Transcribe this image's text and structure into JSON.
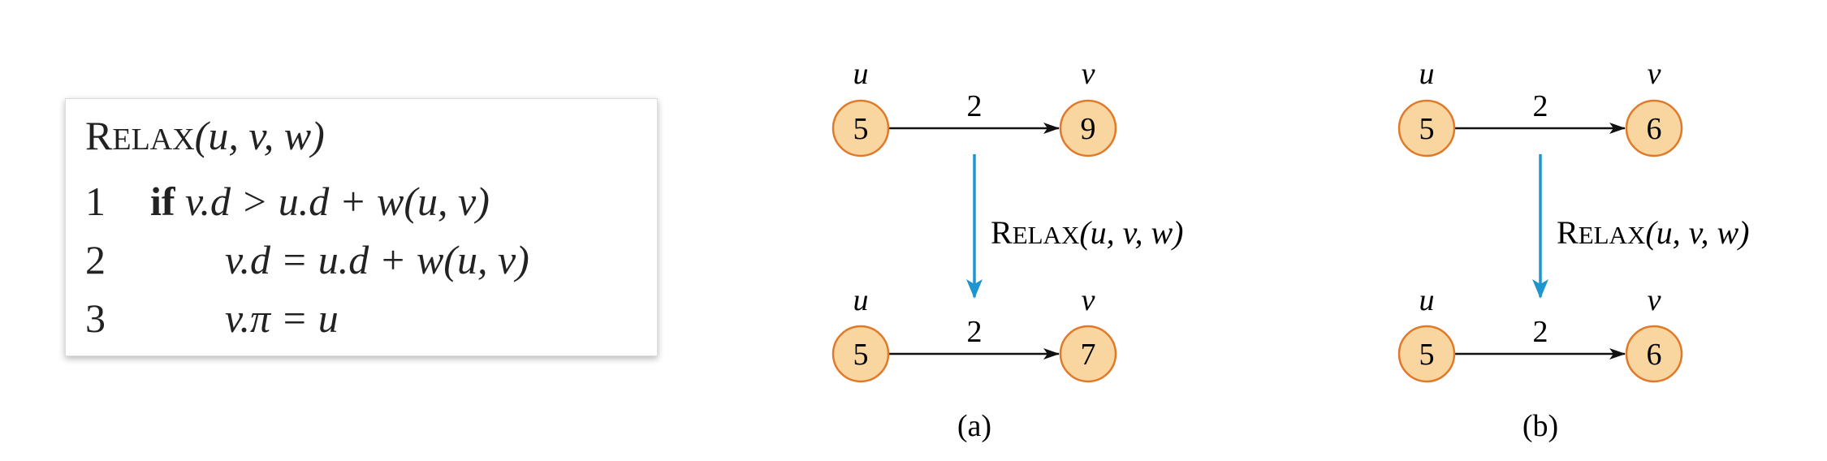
{
  "pseudocode": {
    "title_first": "R",
    "title_rest": "ELAX",
    "title_args": "(u, v, w)",
    "lines": [
      {
        "num": "1",
        "keyword": "if",
        "text": "v.d > u.d + w(u, v)"
      },
      {
        "num": "2",
        "keyword": "",
        "text": "v.d = u.d + w(u, v)"
      },
      {
        "num": "3",
        "keyword": "",
        "text": "v.π = u"
      }
    ]
  },
  "panels": [
    {
      "caption": "(a)",
      "operation": {
        "first": "R",
        "rest": "ELAX",
        "args": "(u, v, w)"
      },
      "before": {
        "u_label": "u",
        "v_label": "v",
        "u_value": "5",
        "v_value": "9",
        "weight": "2"
      },
      "after": {
        "u_label": "u",
        "v_label": "v",
        "u_value": "5",
        "v_value": "7",
        "weight": "2"
      }
    },
    {
      "caption": "(b)",
      "operation": {
        "first": "R",
        "rest": "ELAX",
        "args": "(u, v, w)"
      },
      "before": {
        "u_label": "u",
        "v_label": "v",
        "u_value": "5",
        "v_value": "6",
        "weight": "2"
      },
      "after": {
        "u_label": "u",
        "v_label": "v",
        "u_value": "5",
        "v_value": "6",
        "weight": "2"
      }
    }
  ],
  "colors": {
    "node_fill": "#f9d6a0",
    "node_stroke": "#e07a2a",
    "relax_arrow": "#1f95d0",
    "edge": "#111111"
  }
}
